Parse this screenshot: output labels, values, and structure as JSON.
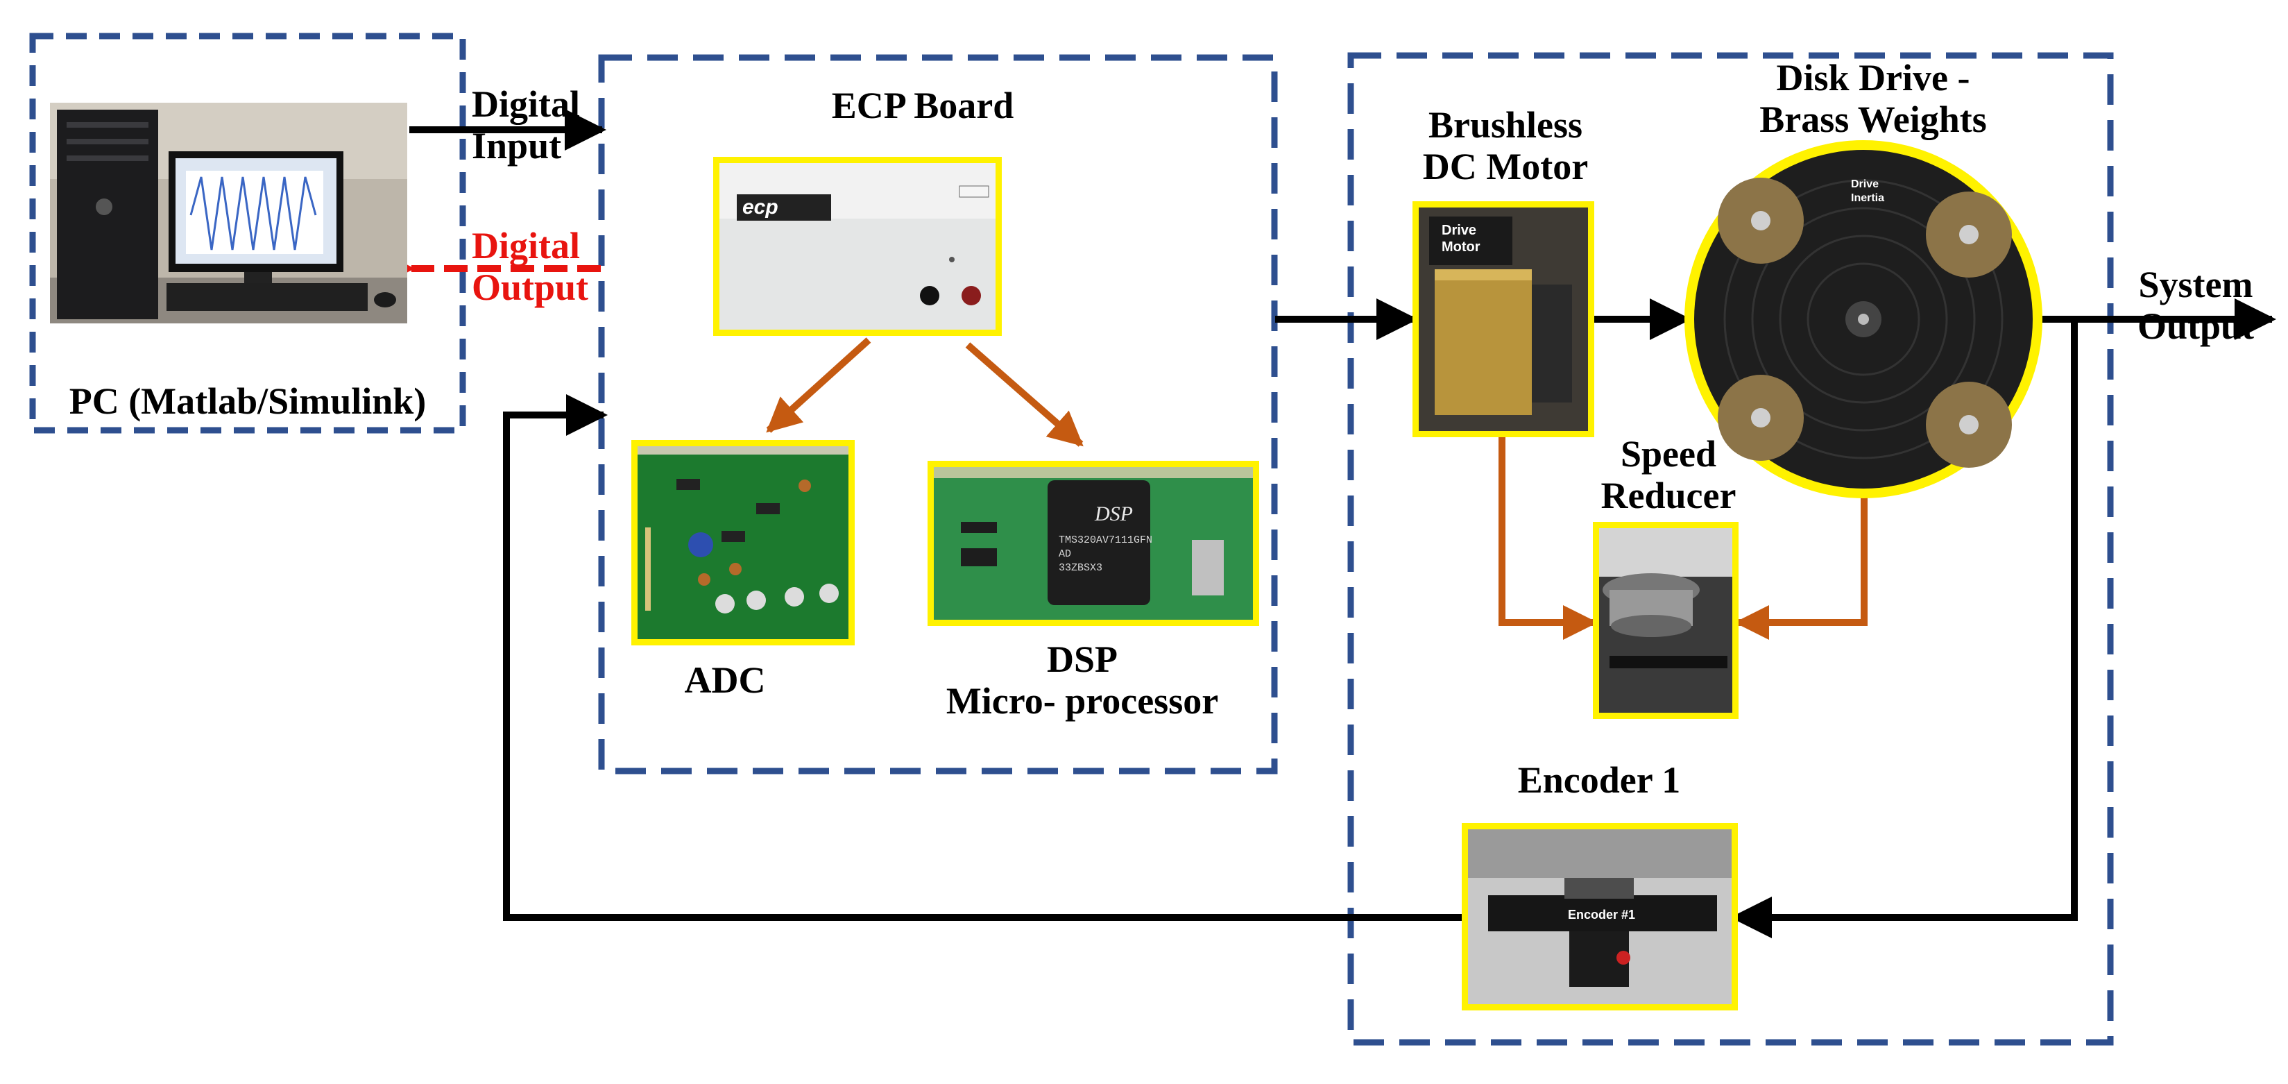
{
  "colors": {
    "dash_border": "#2e4f8f",
    "photo_frame": "#fff200",
    "signal_arrow": "#000000",
    "digital_output_arrow": "#e8140f",
    "mechanical_link": "#c55a11"
  },
  "pc": {
    "caption": "PC (Matlab/Simulink)"
  },
  "signals": {
    "digital_input": [
      "Digital",
      "Input"
    ],
    "digital_output": [
      "Digital",
      "Output"
    ],
    "system_output": [
      "System",
      "Output"
    ]
  },
  "ecp_board": {
    "title": "ECP Board",
    "adc_label": "ADC",
    "dsp_label": [
      "DSP",
      "Micro- processor"
    ],
    "enclosure_brand": "ecp",
    "dsp_chip_text": [
      "DSP",
      "TMS320AV7111GFN",
      "AD",
      "33ZBSX3"
    ]
  },
  "plant": {
    "motor_label": [
      "Brushless",
      "DC Motor"
    ],
    "motor_photo_tag": [
      "Drive",
      "Motor"
    ],
    "disk_label": [
      "Disk Drive -",
      "Brass Weights"
    ],
    "disk_photo_tag": [
      "Drive",
      "Inertia"
    ],
    "reducer_label": [
      "Speed",
      "Reducer"
    ],
    "encoder_label": "Encoder 1",
    "encoder_photo_tag": "Encoder #1"
  }
}
